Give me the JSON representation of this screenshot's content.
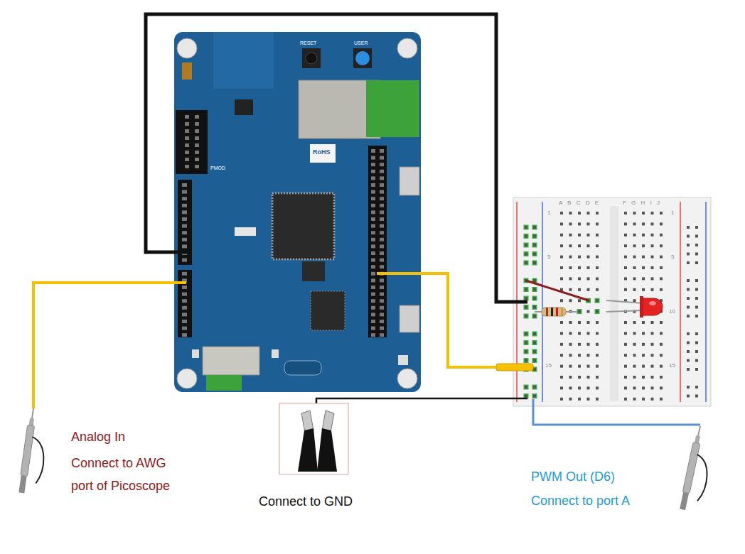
{
  "diagram": {
    "labels": [
      "Analog In",
      "Connect to AWG port of Picoscope",
      "Connect to GND",
      "PWM Out (D6)",
      "Connect to port A",
      "RESET",
      "USER",
      "RoHS",
      "PMOD",
      "A B C D E",
      "F G H I J",
      "1",
      "5",
      "15",
      "1",
      "5",
      "10",
      "15"
    ]
  }
}
